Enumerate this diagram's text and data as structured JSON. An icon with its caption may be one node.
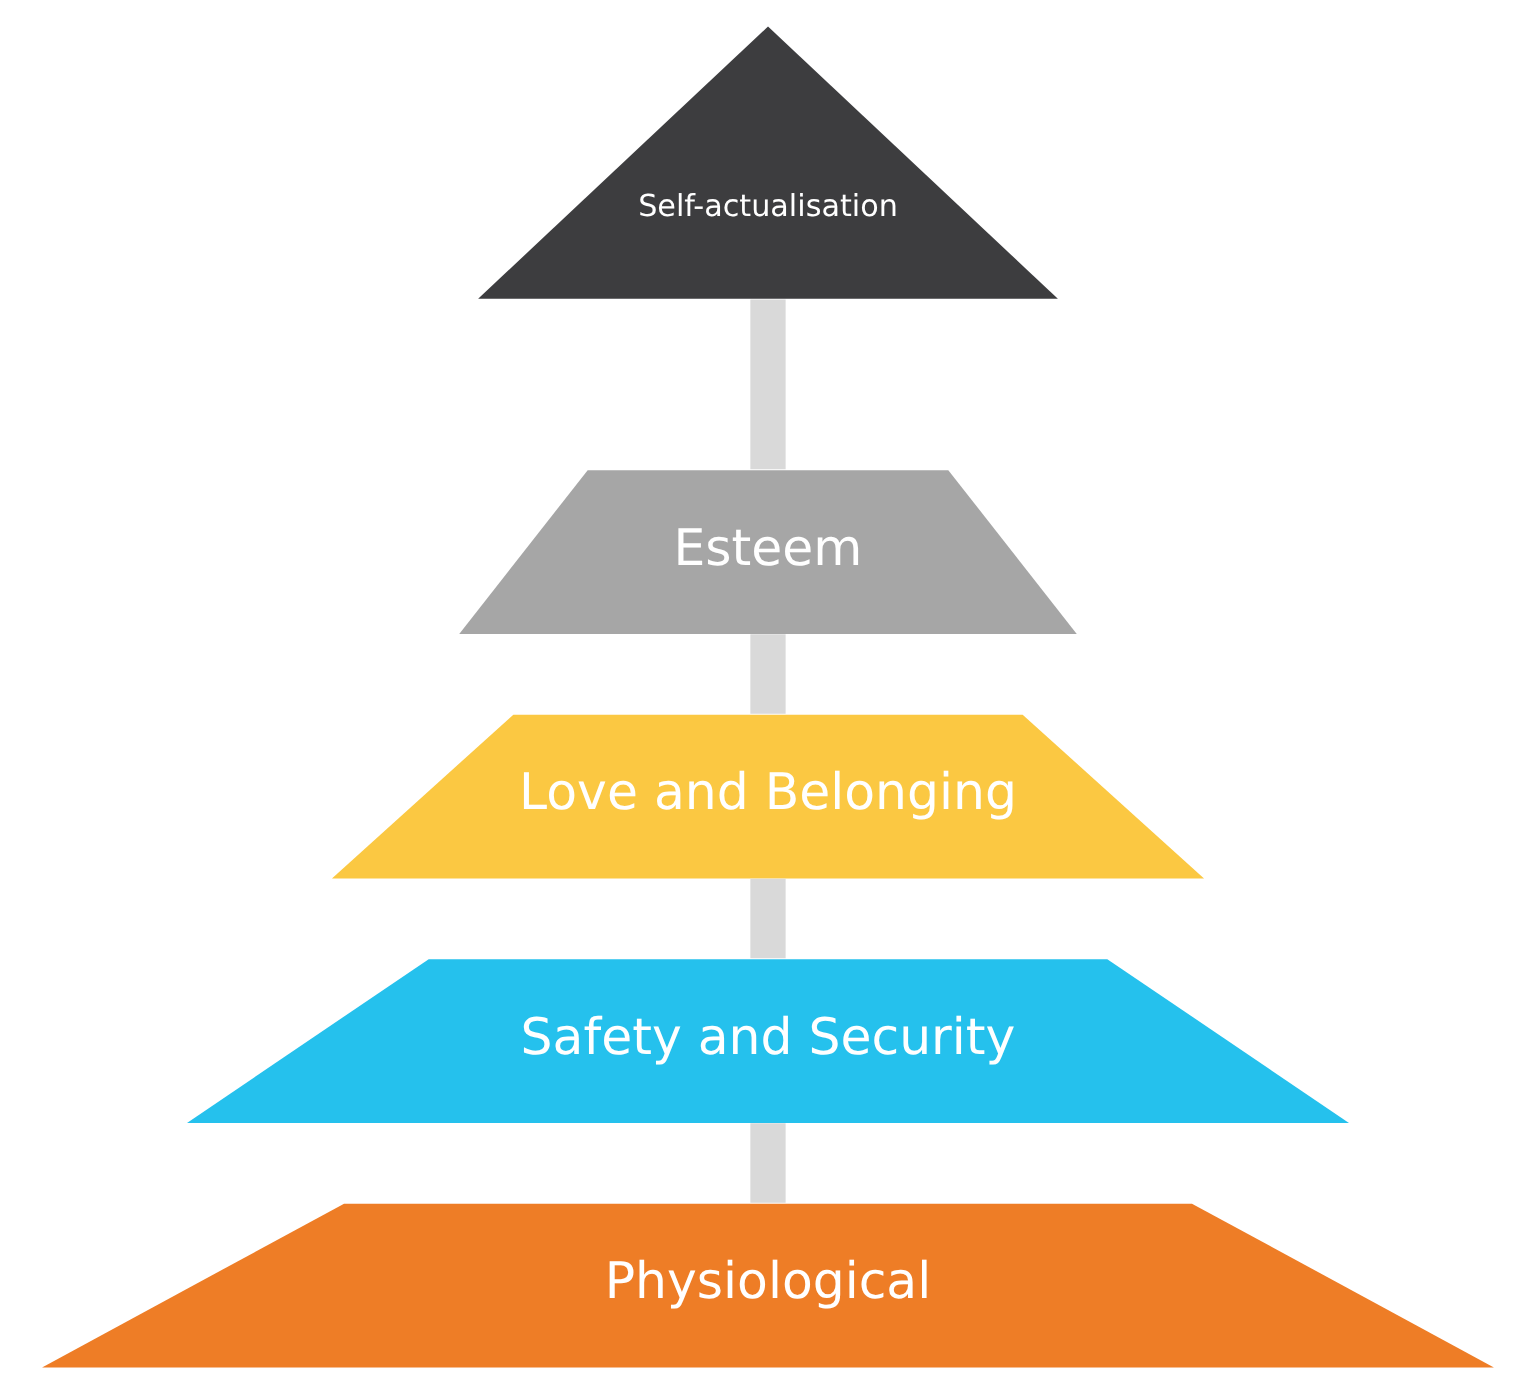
{
  "diagram": {
    "nodes": [
      {
        "text": [
          "Self-actualisation"
        ]
      },
      {
        "text": [
          "Esteem"
        ]
      },
      {
        "text": [
          "Love and Belonging"
        ]
      },
      {
        "text": [
          "Safety and Security"
        ]
      },
      {
        "text": [
          "Physiological"
        ]
      }
    ],
    "edges": [
      {
        "from": 0,
        "to": 1,
        "arrow": "none"
      },
      {
        "from": 1,
        "to": 2,
        "arrow": "none"
      },
      {
        "from": 2,
        "to": 3,
        "arrow": "none"
      },
      {
        "from": 3,
        "to": 4,
        "arrow": "none"
      }
    ]
  }
}
